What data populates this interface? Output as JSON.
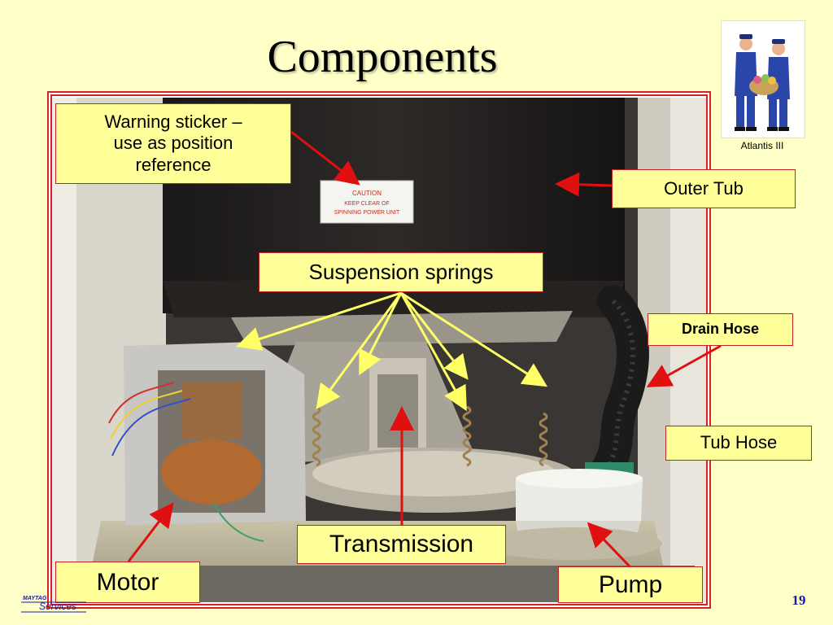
{
  "slide": {
    "title": "Components",
    "page_number": "19",
    "mascot_caption": "Atlantis III"
  },
  "photo": {
    "sticker_lines": [
      "CAUTION",
      "KEEP CLEAR OF",
      "SPINNING POWER UNIT"
    ]
  },
  "callouts": {
    "warning": "Warning sticker –\nuse as position\nreference",
    "outer_tub": "Outer Tub",
    "suspension": "Suspension springs",
    "drain_hose": "Drain Hose",
    "tub_hose": "Tub Hose",
    "transmission": "Transmission",
    "motor": "Motor",
    "pump": "Pump"
  },
  "logo": {
    "top_word": "MAYTAG",
    "bottom_word": "Services"
  },
  "colors": {
    "background": "#ffffc8",
    "callout_fill": "#ffff99",
    "arrow": "#e01010",
    "spring_arrow": "#ffff66",
    "page_number": "#1a1aa0"
  }
}
